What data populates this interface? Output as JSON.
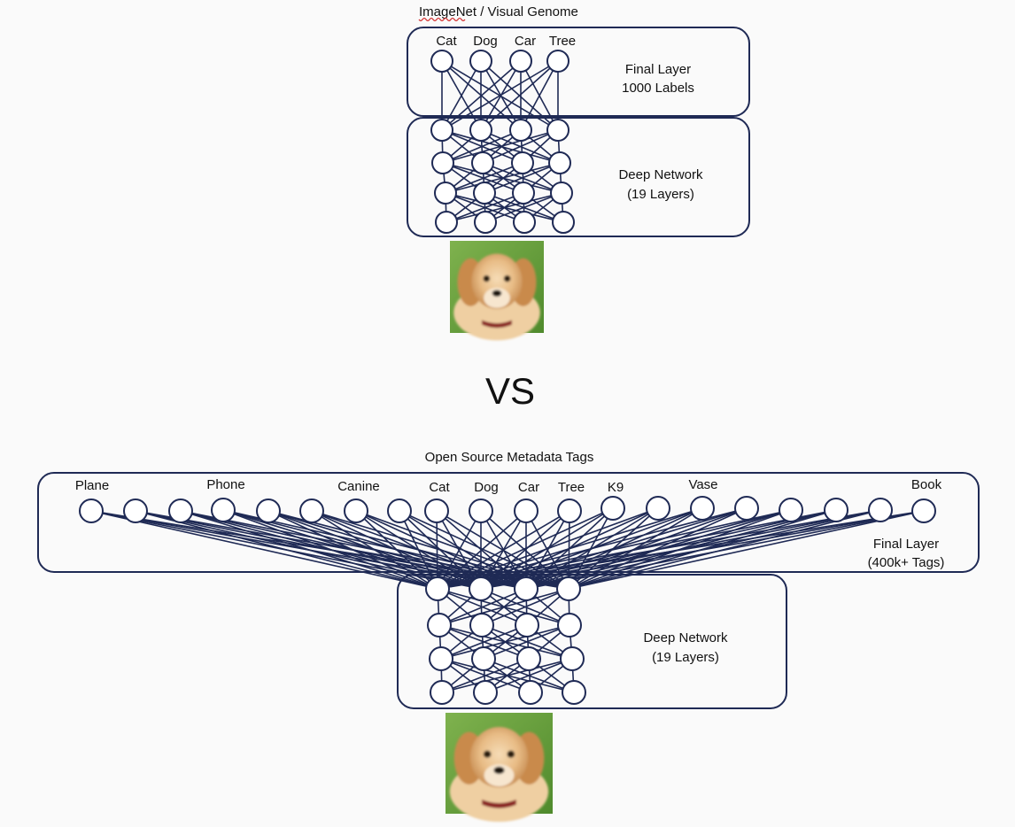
{
  "top": {
    "title": "ImageNet / Visual Genome",
    "output_labels": [
      "Cat",
      "Dog",
      "Car",
      "Tree"
    ],
    "final_layer": {
      "line1": "Final Layer",
      "line2": "1000 Labels"
    },
    "deep_network": {
      "line1": "Deep Network",
      "line2": "(19 Layers)"
    },
    "input_image": "puppy-photo"
  },
  "separator": "VS",
  "bottom": {
    "title": "Open Source Metadata Tags",
    "tag_labels": [
      "Plane",
      "Phone",
      "Canine",
      "Cat",
      "Dog",
      "Car",
      "Tree",
      "K9",
      "Vase",
      "Book"
    ],
    "final_layer": {
      "line1": "Final Layer",
      "line2": "(400k+ Tags)"
    },
    "deep_network": {
      "line1": "Deep Network",
      "line2": "(19 Layers)"
    },
    "input_image": "puppy-photo"
  },
  "colors": {
    "stroke": "#1f2a55",
    "background": "#fafafa",
    "squiggle": "#d23030"
  }
}
